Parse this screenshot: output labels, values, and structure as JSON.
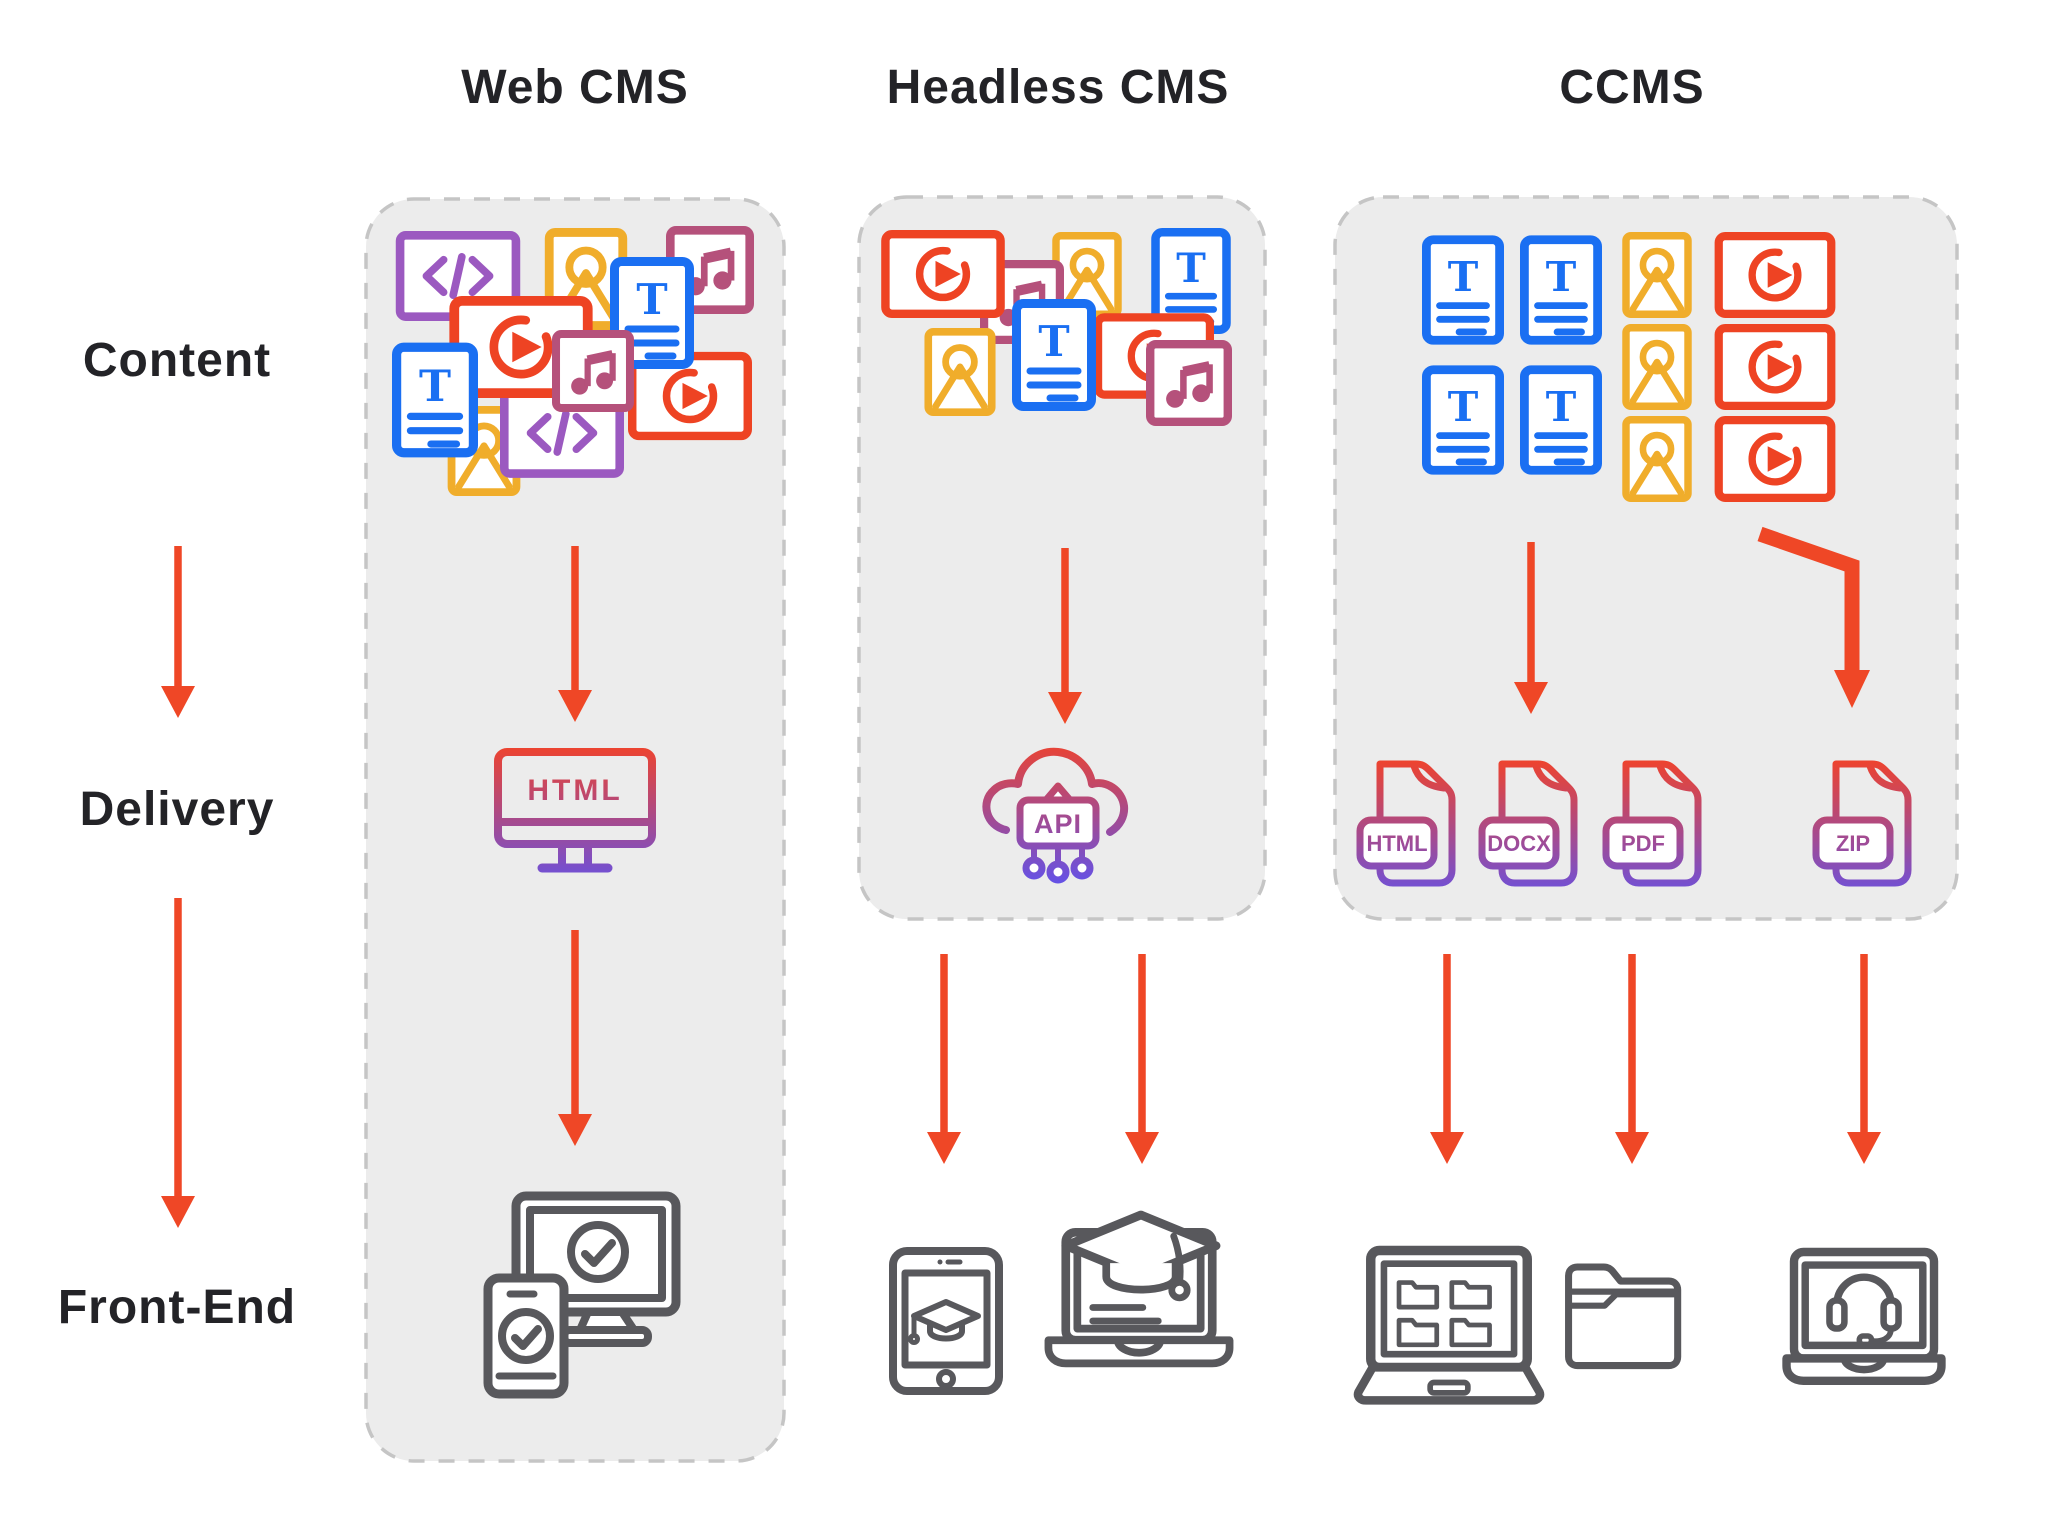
{
  "colors": {
    "arrow_red": "#EF4726",
    "icon_red": "#EE4323",
    "icon_yellow": "#F0AD2B",
    "icon_blue": "#1A6FF2",
    "icon_purple": "#9B59C0",
    "icon_pink": "#B5517B",
    "icon_gray": "#58585C",
    "gradient_top": "#F0432B",
    "gradient_bottom": "#6052EC",
    "panel_fill": "#ECECEC",
    "panel_border": "#C5C5C5",
    "text_dark": "#232327"
  },
  "row_labels": [
    {
      "id": "content",
      "label": "Content"
    },
    {
      "id": "delivery",
      "label": "Delivery"
    },
    {
      "id": "frontend",
      "label": "Front-End"
    }
  ],
  "columns": [
    {
      "id": "web-cms",
      "title": "Web CMS",
      "content_icon_types": [
        "code-document",
        "image",
        "music",
        "video",
        "text-document"
      ],
      "delivery": {
        "icon": "html-monitor-icon",
        "label": "HTML"
      },
      "frontend_icons": [
        "responsive-devices-icon"
      ]
    },
    {
      "id": "headless-cms",
      "title": "Headless CMS",
      "content_icon_types": [
        "video",
        "image",
        "text-document",
        "music"
      ],
      "delivery": {
        "icon": "api-cloud-icon",
        "label": "API"
      },
      "frontend_icons": [
        "tablet-education-icon",
        "laptop-education-icon"
      ]
    },
    {
      "id": "ccms",
      "title": "CCMS",
      "content_icon_types": [
        "text-document",
        "image",
        "video"
      ],
      "delivery": {
        "icon": "file-icons",
        "files": [
          "HTML",
          "DOCX",
          "PDF",
          "ZIP"
        ]
      },
      "frontend_icons": [
        "laptop-folders-icon",
        "folder-icon",
        "laptop-headset-icon"
      ]
    }
  ],
  "icon_glyphs": {
    "text_doc_letter": "T"
  }
}
